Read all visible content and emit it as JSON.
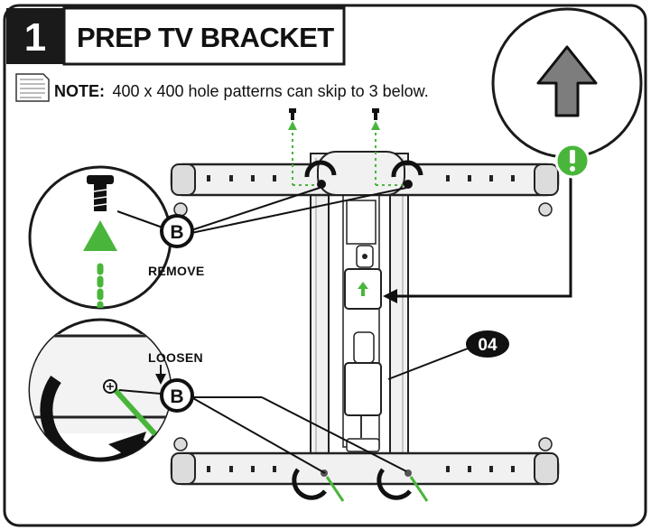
{
  "step": {
    "number": "1",
    "title": "PREP TV BRACKET"
  },
  "note": {
    "label": "NOTE:",
    "text": "400 x 400 hole patterns can skip to 3 below."
  },
  "callouts": {
    "screw_label": "B",
    "part_number": "04"
  },
  "actions": {
    "remove": "REMOVE",
    "loosen": "LOOSEN"
  },
  "colors": {
    "accent_green": "#49b63b",
    "ink": "#111111",
    "bracket_fill": "#f1f1f1",
    "detail_gray": "#8a8a8a"
  },
  "icons": {
    "note": "note-paper-icon",
    "warning": "exclamation-icon",
    "direction": "up-arrow-icon"
  }
}
